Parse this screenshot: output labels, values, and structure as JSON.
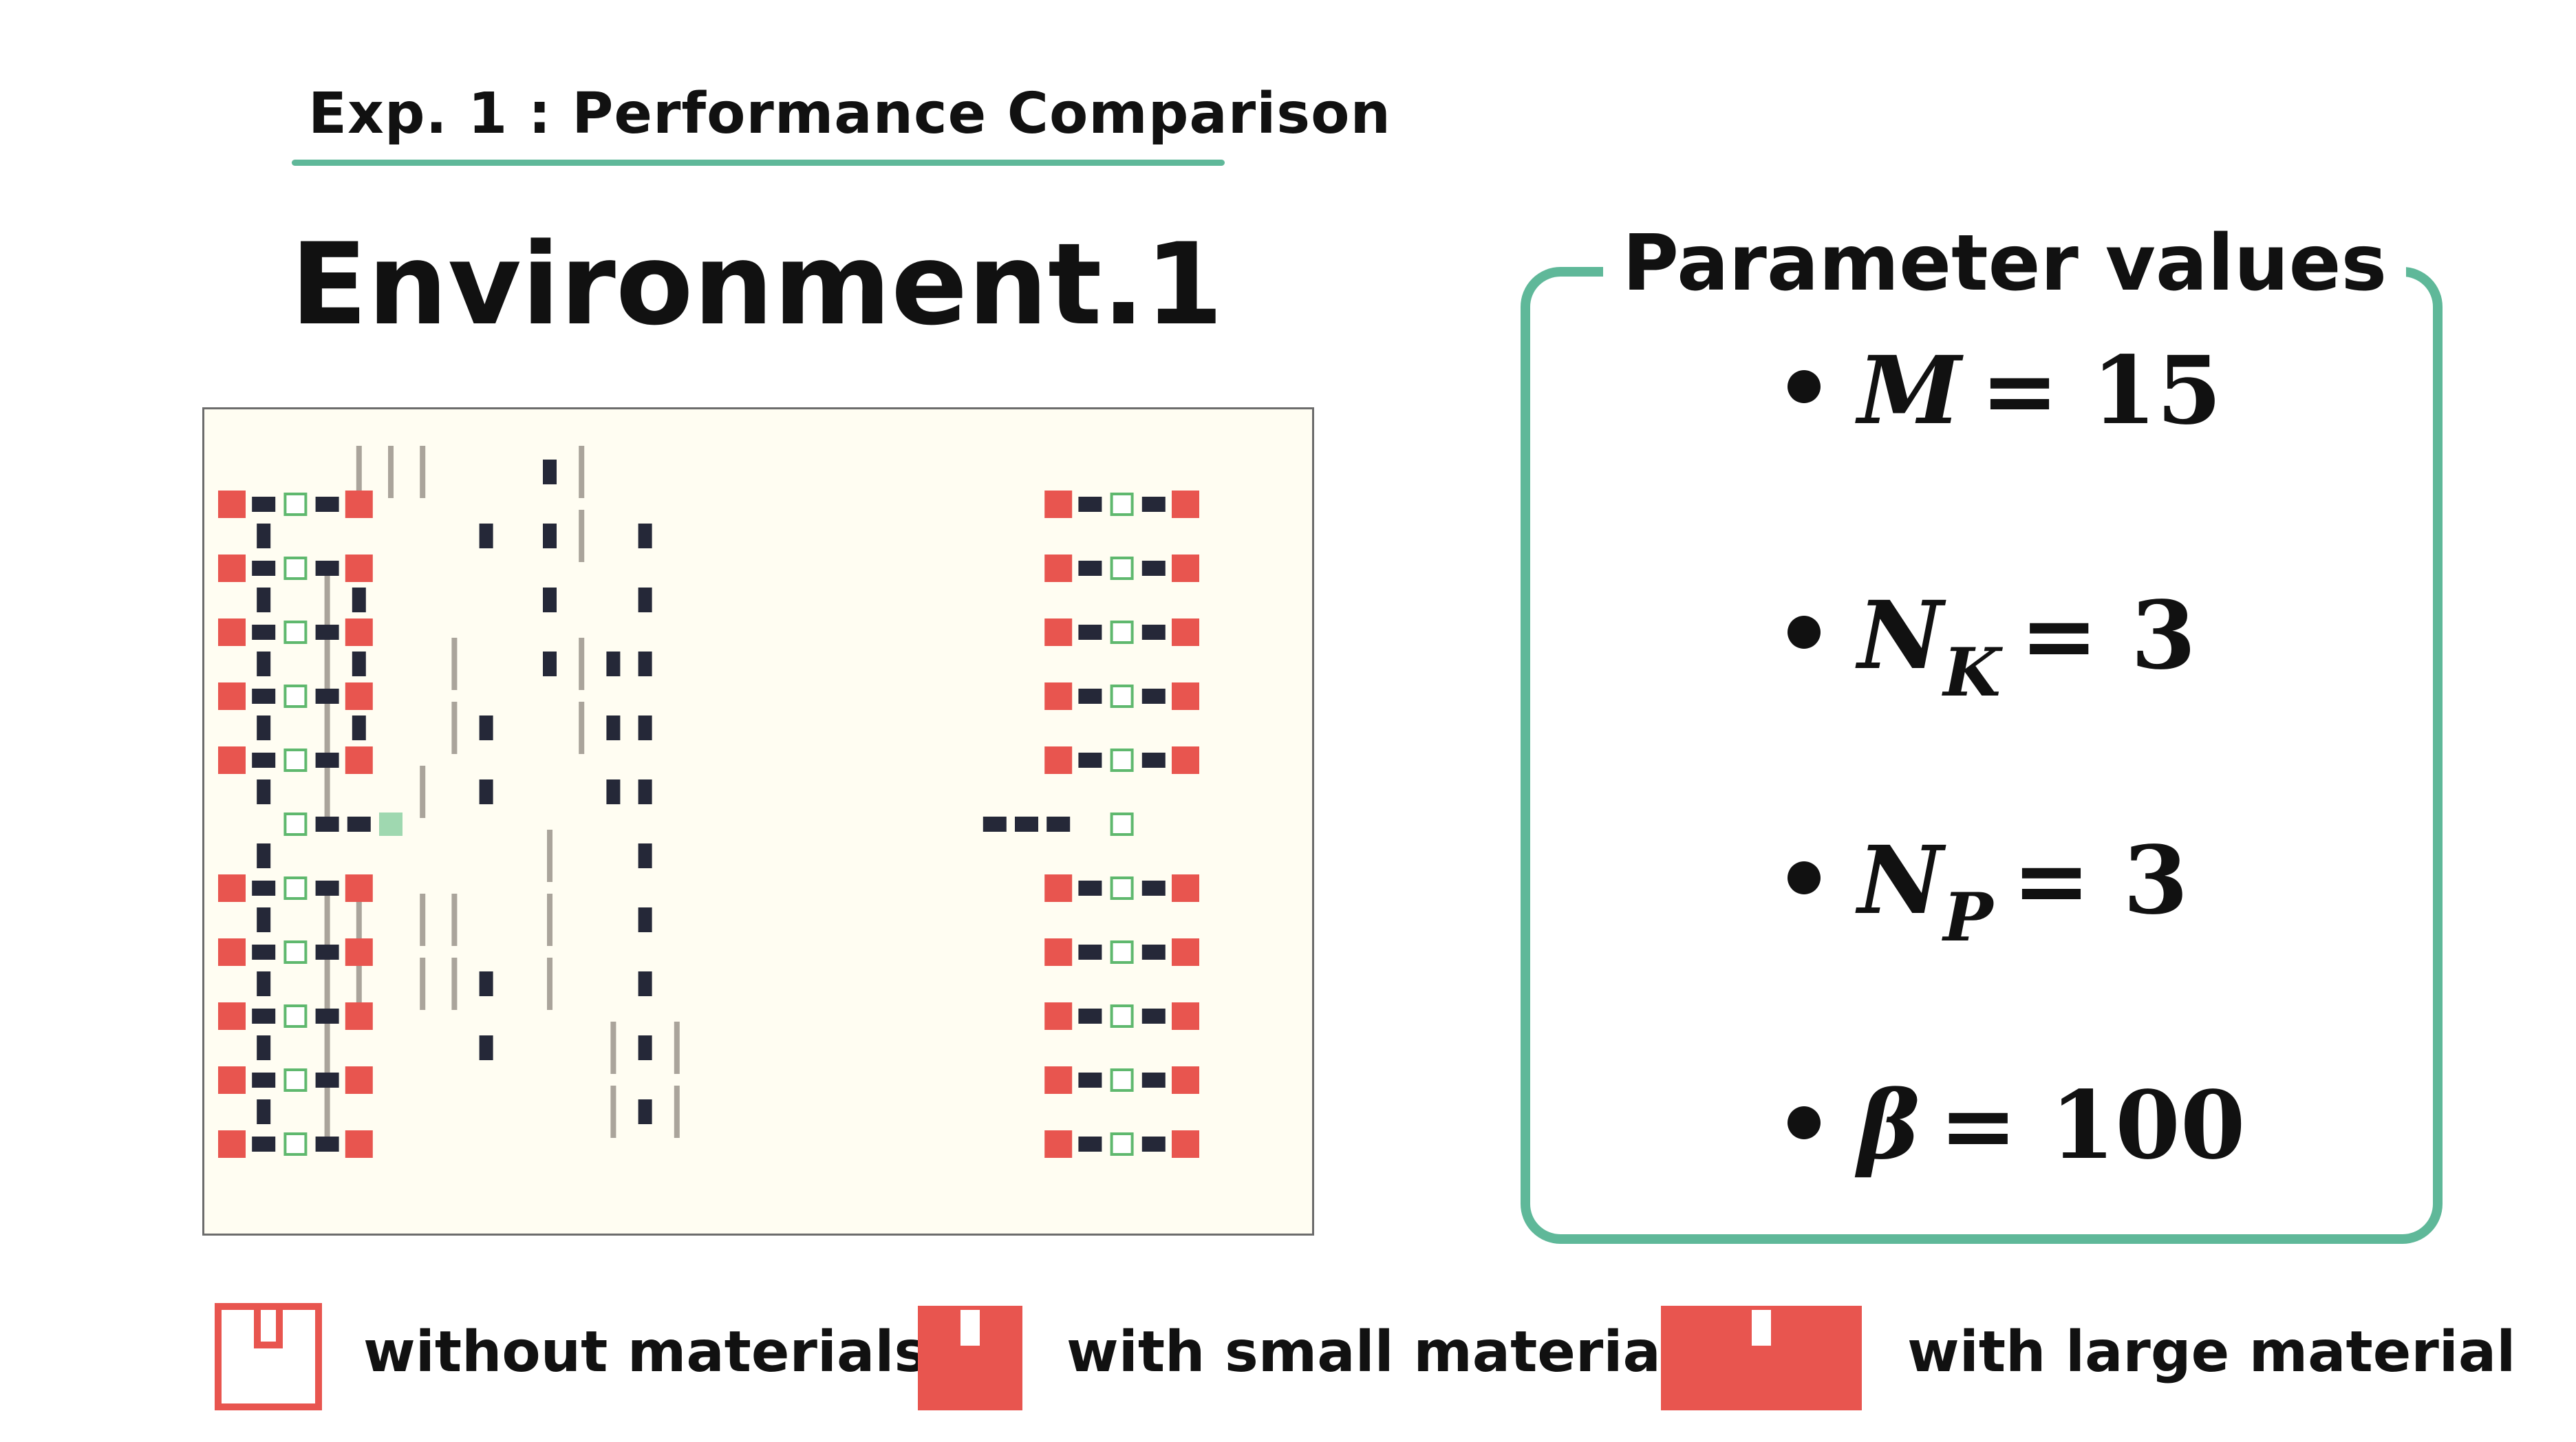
{
  "header": {
    "title": "Exp. 1 : Performance Comparison"
  },
  "environment": {
    "title": "Environment.1"
  },
  "parameters": {
    "title": "Parameter values",
    "items": [
      {
        "symbol": "M",
        "subscript": "",
        "rest": "= 15"
      },
      {
        "symbol": "N",
        "subscript": "K",
        "rest": "= 3"
      },
      {
        "symbol": "N",
        "subscript": "P",
        "rest": "= 3"
      },
      {
        "symbol": "β",
        "subscript": "",
        "rest": "= 100"
      }
    ]
  },
  "legend": {
    "items": [
      {
        "label": "without materials"
      },
      {
        "label": "with small material"
      },
      {
        "label": "with large material"
      }
    ]
  },
  "colors": {
    "accent": "#5fb899",
    "station_red": "#e8554f",
    "port_blue": "#3aa5ee",
    "conveyor_dark": "#252838",
    "path_grey": "#aaa49b",
    "node_green": "#9fd8b0",
    "map_background": "#fffdf2"
  }
}
